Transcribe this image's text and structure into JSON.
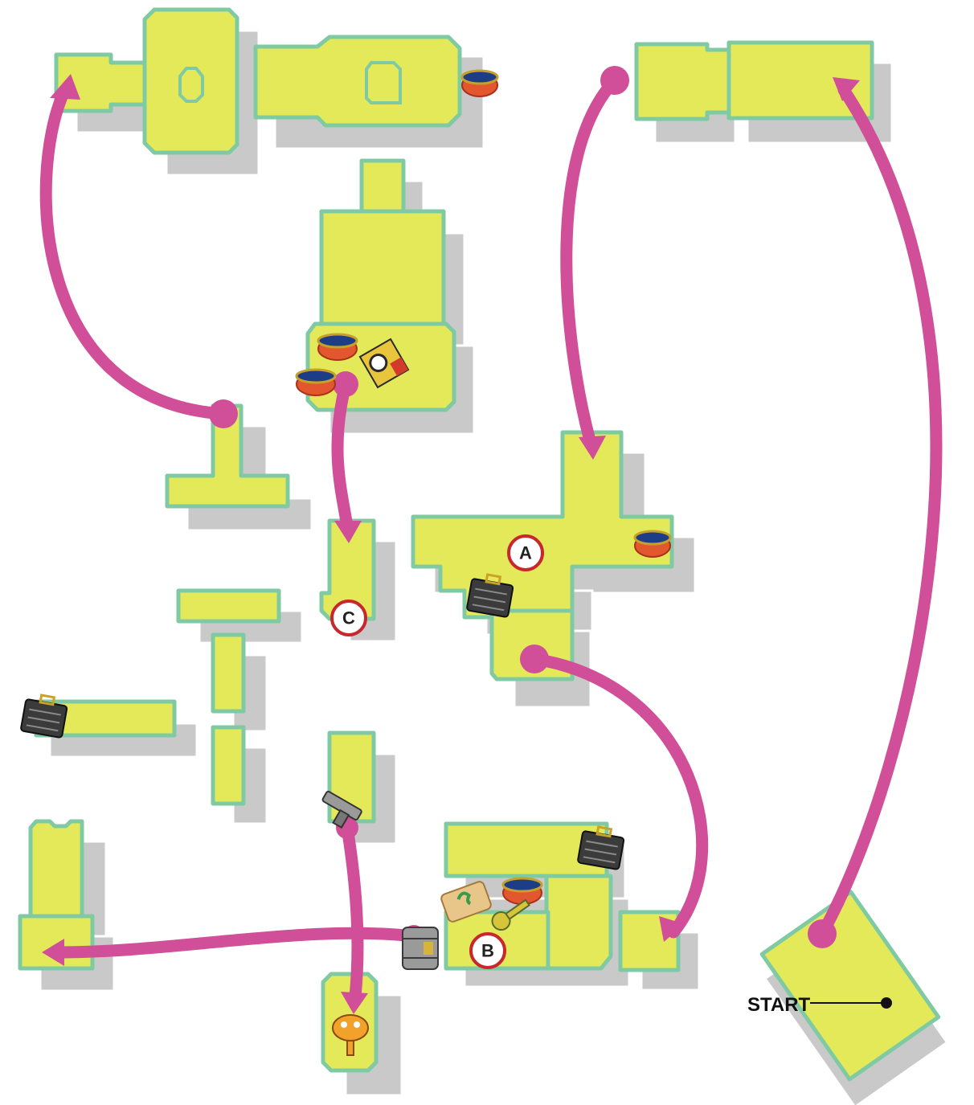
{
  "title": "",
  "start_label": "START",
  "markers": [
    {
      "id": "A",
      "label": "A"
    },
    {
      "id": "B",
      "label": "B"
    },
    {
      "id": "C",
      "label": "C"
    }
  ],
  "colors": {
    "room_fill": "#e4e95a",
    "room_border": "#7fcaa2",
    "room_pattern": "#bcd24a",
    "shadow": "#c9c9c9",
    "route": "#d04f98",
    "marker_ring": "#c8282d"
  },
  "icons": [
    "honey-pot-icon",
    "briefcase-icon",
    "treasure-map-icon",
    "key-icon",
    "barrel-icon",
    "worm-creature-icon",
    "gun-icon",
    "chip-packet-icon"
  ],
  "route_links": 7
}
